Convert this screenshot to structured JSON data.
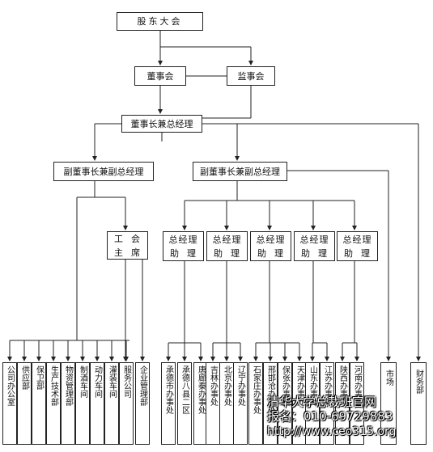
{
  "nodes": {
    "shareholders": "股东大会",
    "board": "董事会",
    "supervisors": "监事会",
    "chairman_gm": "董事长兼总经理",
    "vice_chair_left": "副董事长兼副总经理",
    "vice_chair_right": "副董事长兼副总经理",
    "union_chair": "工  会\n主  席",
    "asst_gm": [
      "总经理\n助  理",
      "总经理\n助  理",
      "总经理\n助  理",
      "总经理\n助  理",
      "总经理\n助  理"
    ],
    "left_depts": [
      "公司办公室",
      "供应部",
      "保卫部",
      "生产技术部",
      "物资管理部",
      "制酒车间",
      "动力车间",
      "灌装车间",
      "服务公司"
    ],
    "enterprise_mgmt": "企业管理部",
    "group1": [
      "承德市办事处",
      "承德八县二区"
    ],
    "group1b": [
      "唐廊秦办事处"
    ],
    "group2": [
      "吉林办事处",
      "北京办事处",
      "辽宁办事处"
    ],
    "group3": [
      "石家庄办事处",
      "邢邯沧办事处",
      "保张办事处",
      "天津办事处"
    ],
    "group4": [
      "山东办事处",
      "江苏办事处"
    ],
    "group5": [
      "陕西办事处",
      "河南办事处"
    ],
    "market": "市场",
    "finance": "财务部"
  },
  "watermark": {
    "line1": "清华大学总裁班官网",
    "line2": "报名：010-69729883",
    "line3": "http://www.ceo315.org"
  }
}
